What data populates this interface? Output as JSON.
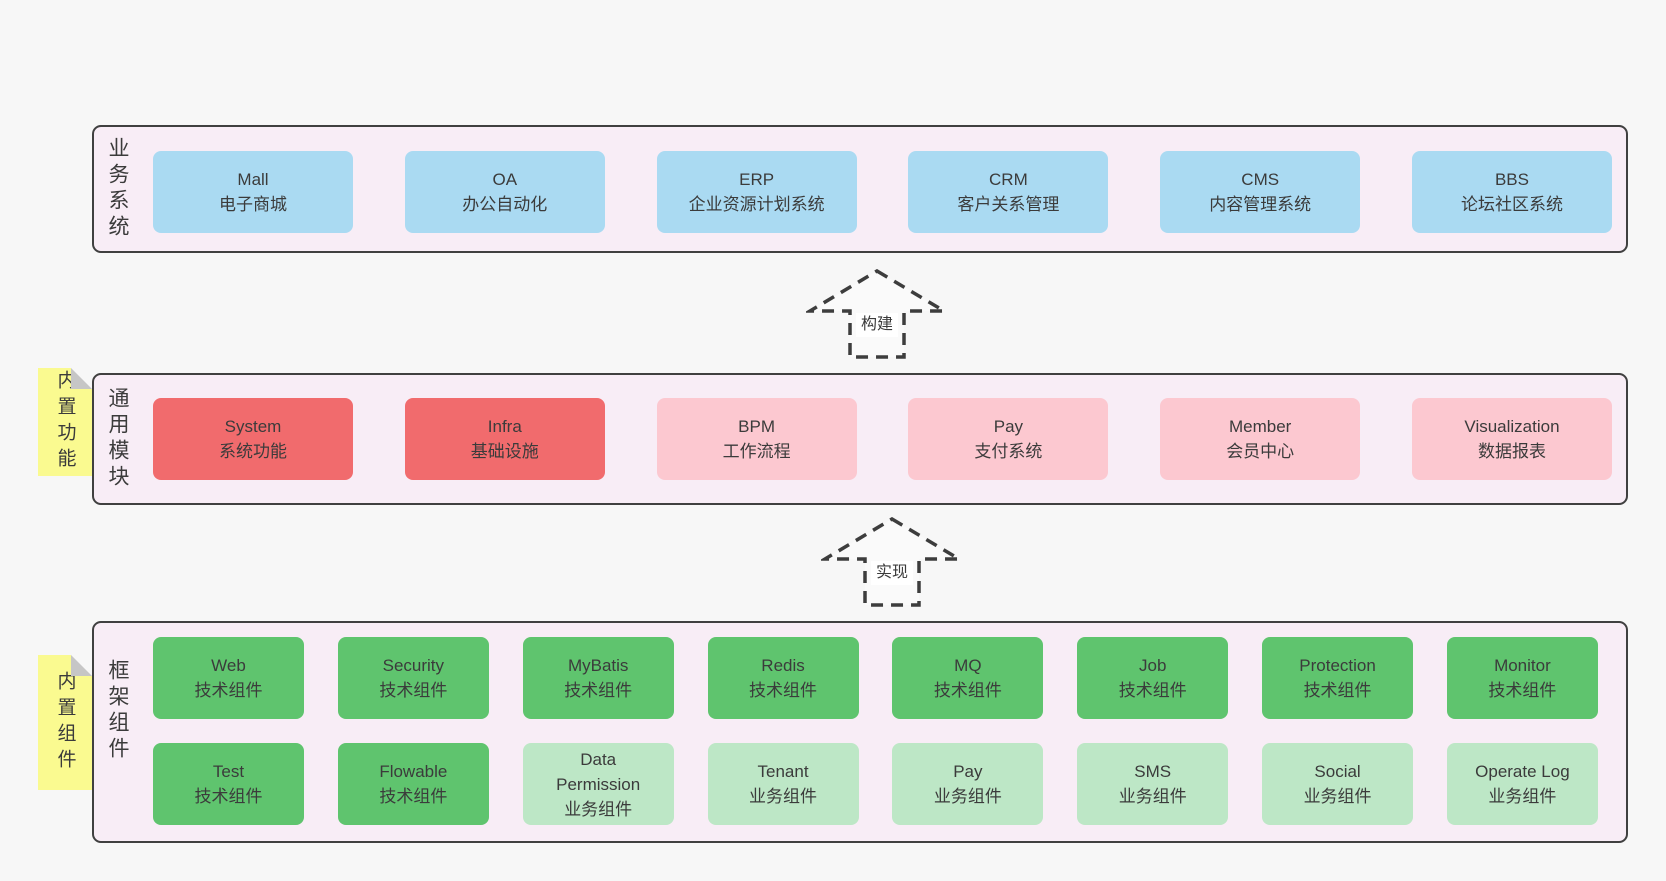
{
  "colors": {
    "page_bg": "#f7f7f7",
    "panel_bg": "#f8edf6",
    "panel_border": "#404040",
    "blue_box": "#aadaf2",
    "red_box": "#f16b6d",
    "pink_box": "#fcc8d0",
    "green_box": "#5fc46e",
    "light_green_box": "#bde7c6",
    "note_bg": "#fafa90",
    "note_fold": "#c6c6c6",
    "arrow_stroke": "#3d3d3d",
    "text": "#3b3b3b"
  },
  "business": {
    "side_label": "业务系统",
    "boxes": [
      {
        "en": "Mall",
        "zh": "电子商城"
      },
      {
        "en": "OA",
        "zh": "办公自动化"
      },
      {
        "en": "ERP",
        "zh": "企业资源计划系统"
      },
      {
        "en": "CRM",
        "zh": "客户关系管理"
      },
      {
        "en": "CMS",
        "zh": "内容管理系统"
      },
      {
        "en": "BBS",
        "zh": "论坛社区系统"
      }
    ]
  },
  "arrows": [
    {
      "label": "构建"
    },
    {
      "label": "实现"
    }
  ],
  "modules": {
    "note": "内置功能",
    "side_label": "通用模块",
    "boxes": [
      {
        "en": "System",
        "zh": "系统功能"
      },
      {
        "en": "Infra",
        "zh": "基础设施"
      },
      {
        "en": "BPM",
        "zh": "工作流程"
      },
      {
        "en": "Pay",
        "zh": "支付系统"
      },
      {
        "en": "Member",
        "zh": "会员中心"
      },
      {
        "en": "Visualization",
        "zh": "数据报表"
      }
    ]
  },
  "components": {
    "note": "内置组件",
    "side_label": "框架组件",
    "row1": [
      {
        "en": "Web",
        "zh": "技术组件"
      },
      {
        "en": "Security",
        "zh": "技术组件"
      },
      {
        "en": "MyBatis",
        "zh": "技术组件"
      },
      {
        "en": "Redis",
        "zh": "技术组件"
      },
      {
        "en": "MQ",
        "zh": "技术组件"
      },
      {
        "en": "Job",
        "zh": "技术组件"
      },
      {
        "en": "Protection",
        "zh": "技术组件"
      },
      {
        "en": "Monitor",
        "zh": "技术组件"
      }
    ],
    "row2": [
      {
        "en": "Test",
        "zh": "技术组件"
      },
      {
        "en": "Flowable",
        "zh": "技术组件"
      },
      {
        "en": "Data\nPermission",
        "zh": "业务组件"
      },
      {
        "en": "Tenant",
        "zh": "业务组件"
      },
      {
        "en": "Pay",
        "zh": "业务组件"
      },
      {
        "en": "SMS",
        "zh": "业务组件"
      },
      {
        "en": "Social",
        "zh": "业务组件"
      },
      {
        "en": "Operate Log",
        "zh": "业务组件"
      }
    ]
  }
}
